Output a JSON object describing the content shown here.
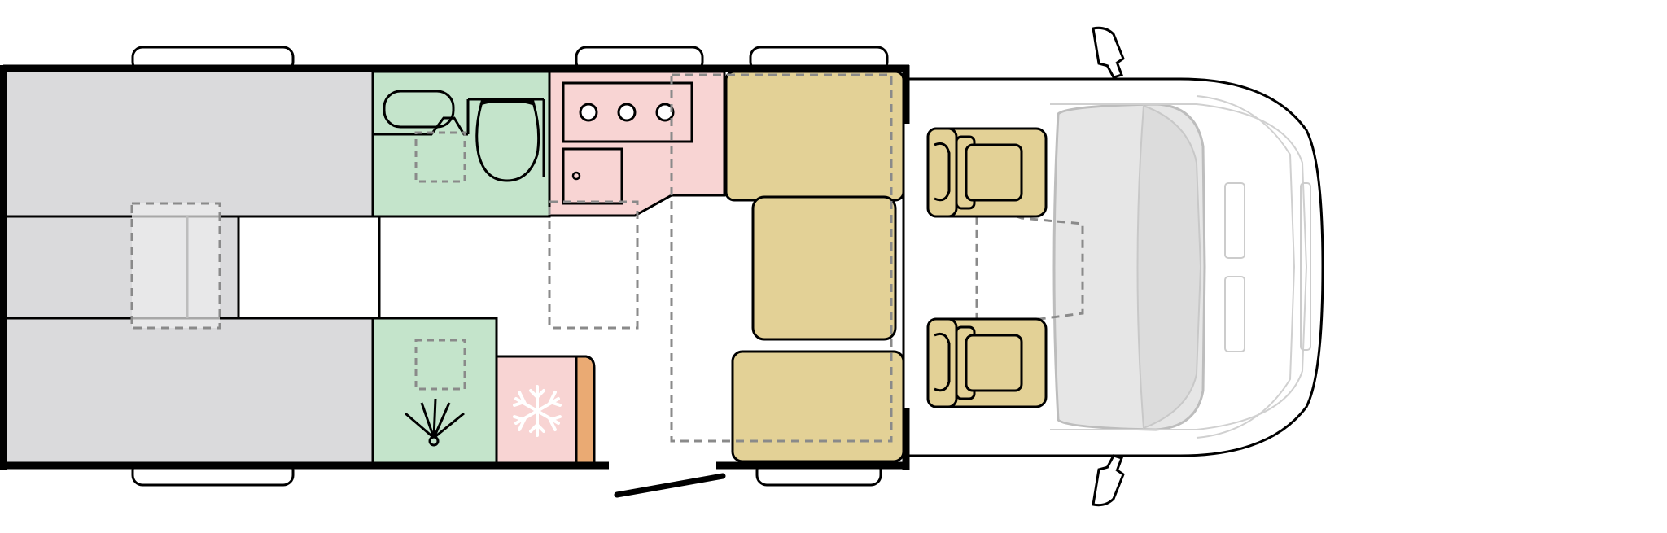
{
  "diagram": {
    "kind": "motorhome-floor-plan",
    "colors": {
      "background": "#ffffff",
      "outline": "#000000",
      "bed": "#dadadc",
      "bathroom": "#c4e4cb",
      "kitchen": "#f8d4d3",
      "seating": "#e3d196",
      "fridge_side": "#eaaa73",
      "cab": "#ffffff",
      "dashed": "#8a8a8a",
      "windows": "#ffffff"
    },
    "icons": [
      "wardrobe-icon",
      "shower-icon",
      "toilet-icon",
      "hob-icon",
      "sink-icon",
      "fridge-snowflake-icon",
      "light-icon",
      "seat-icon",
      "mirror-icon"
    ],
    "zones": [
      {
        "name": "rear-bed-upper"
      },
      {
        "name": "rear-bed-middle"
      },
      {
        "name": "rear-bed-lower"
      },
      {
        "name": "washroom"
      },
      {
        "name": "shower"
      },
      {
        "name": "kitchen-counter"
      },
      {
        "name": "fridge"
      },
      {
        "name": "dinette"
      },
      {
        "name": "driver-cab"
      }
    ]
  }
}
